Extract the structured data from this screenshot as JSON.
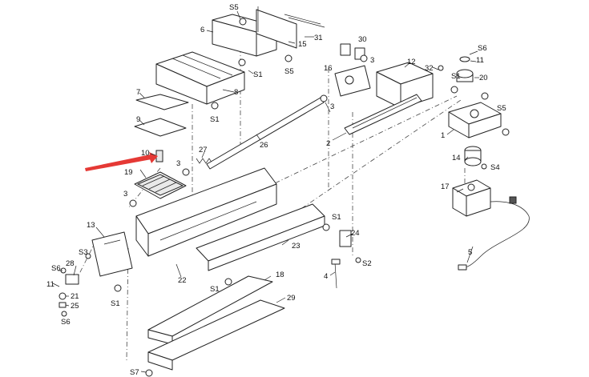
{
  "colors": {
    "line": "#222222",
    "arrow": "#e53935",
    "background": "#ffffff"
  },
  "labels": {
    "p1": "1",
    "p2": "2",
    "p3": "3",
    "p4": "4",
    "p5": "5",
    "p6": "6",
    "p7": "7",
    "p8": "8",
    "p9": "9",
    "p10": "10",
    "p11": "11",
    "p12": "12",
    "p13": "13",
    "p14": "14",
    "p15": "15",
    "p16": "16",
    "p17": "17",
    "p18": "18",
    "p19": "19",
    "p20": "20",
    "p21": "21",
    "p22": "22",
    "p23": "23",
    "p24": "24",
    "p25": "25",
    "p26": "26",
    "p27": "27",
    "p28": "28",
    "p29": "29",
    "p30": "30",
    "p31": "31",
    "p32": "32",
    "s1": "S1",
    "s2": "S2",
    "s3": "S3",
    "s4": "S4",
    "s5": "S5",
    "s6": "S6",
    "s7": "S7"
  }
}
